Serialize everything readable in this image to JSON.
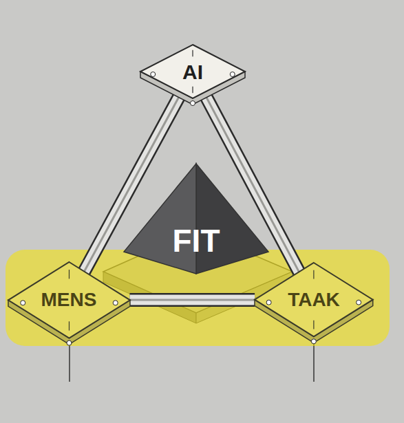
{
  "diagram": {
    "nodes": [
      {
        "text": [
          "AI"
        ]
      },
      {
        "text": [
          "FIT"
        ]
      },
      {
        "text": [
          "MENS"
        ]
      },
      {
        "text": [
          "TAAK"
        ]
      }
    ],
    "edges": [
      {
        "from": 0,
        "to": 2,
        "arrow": "none"
      },
      {
        "from": 0,
        "to": 3,
        "arrow": "none"
      },
      {
        "from": 2,
        "to": 3,
        "arrow": "none"
      }
    ]
  }
}
